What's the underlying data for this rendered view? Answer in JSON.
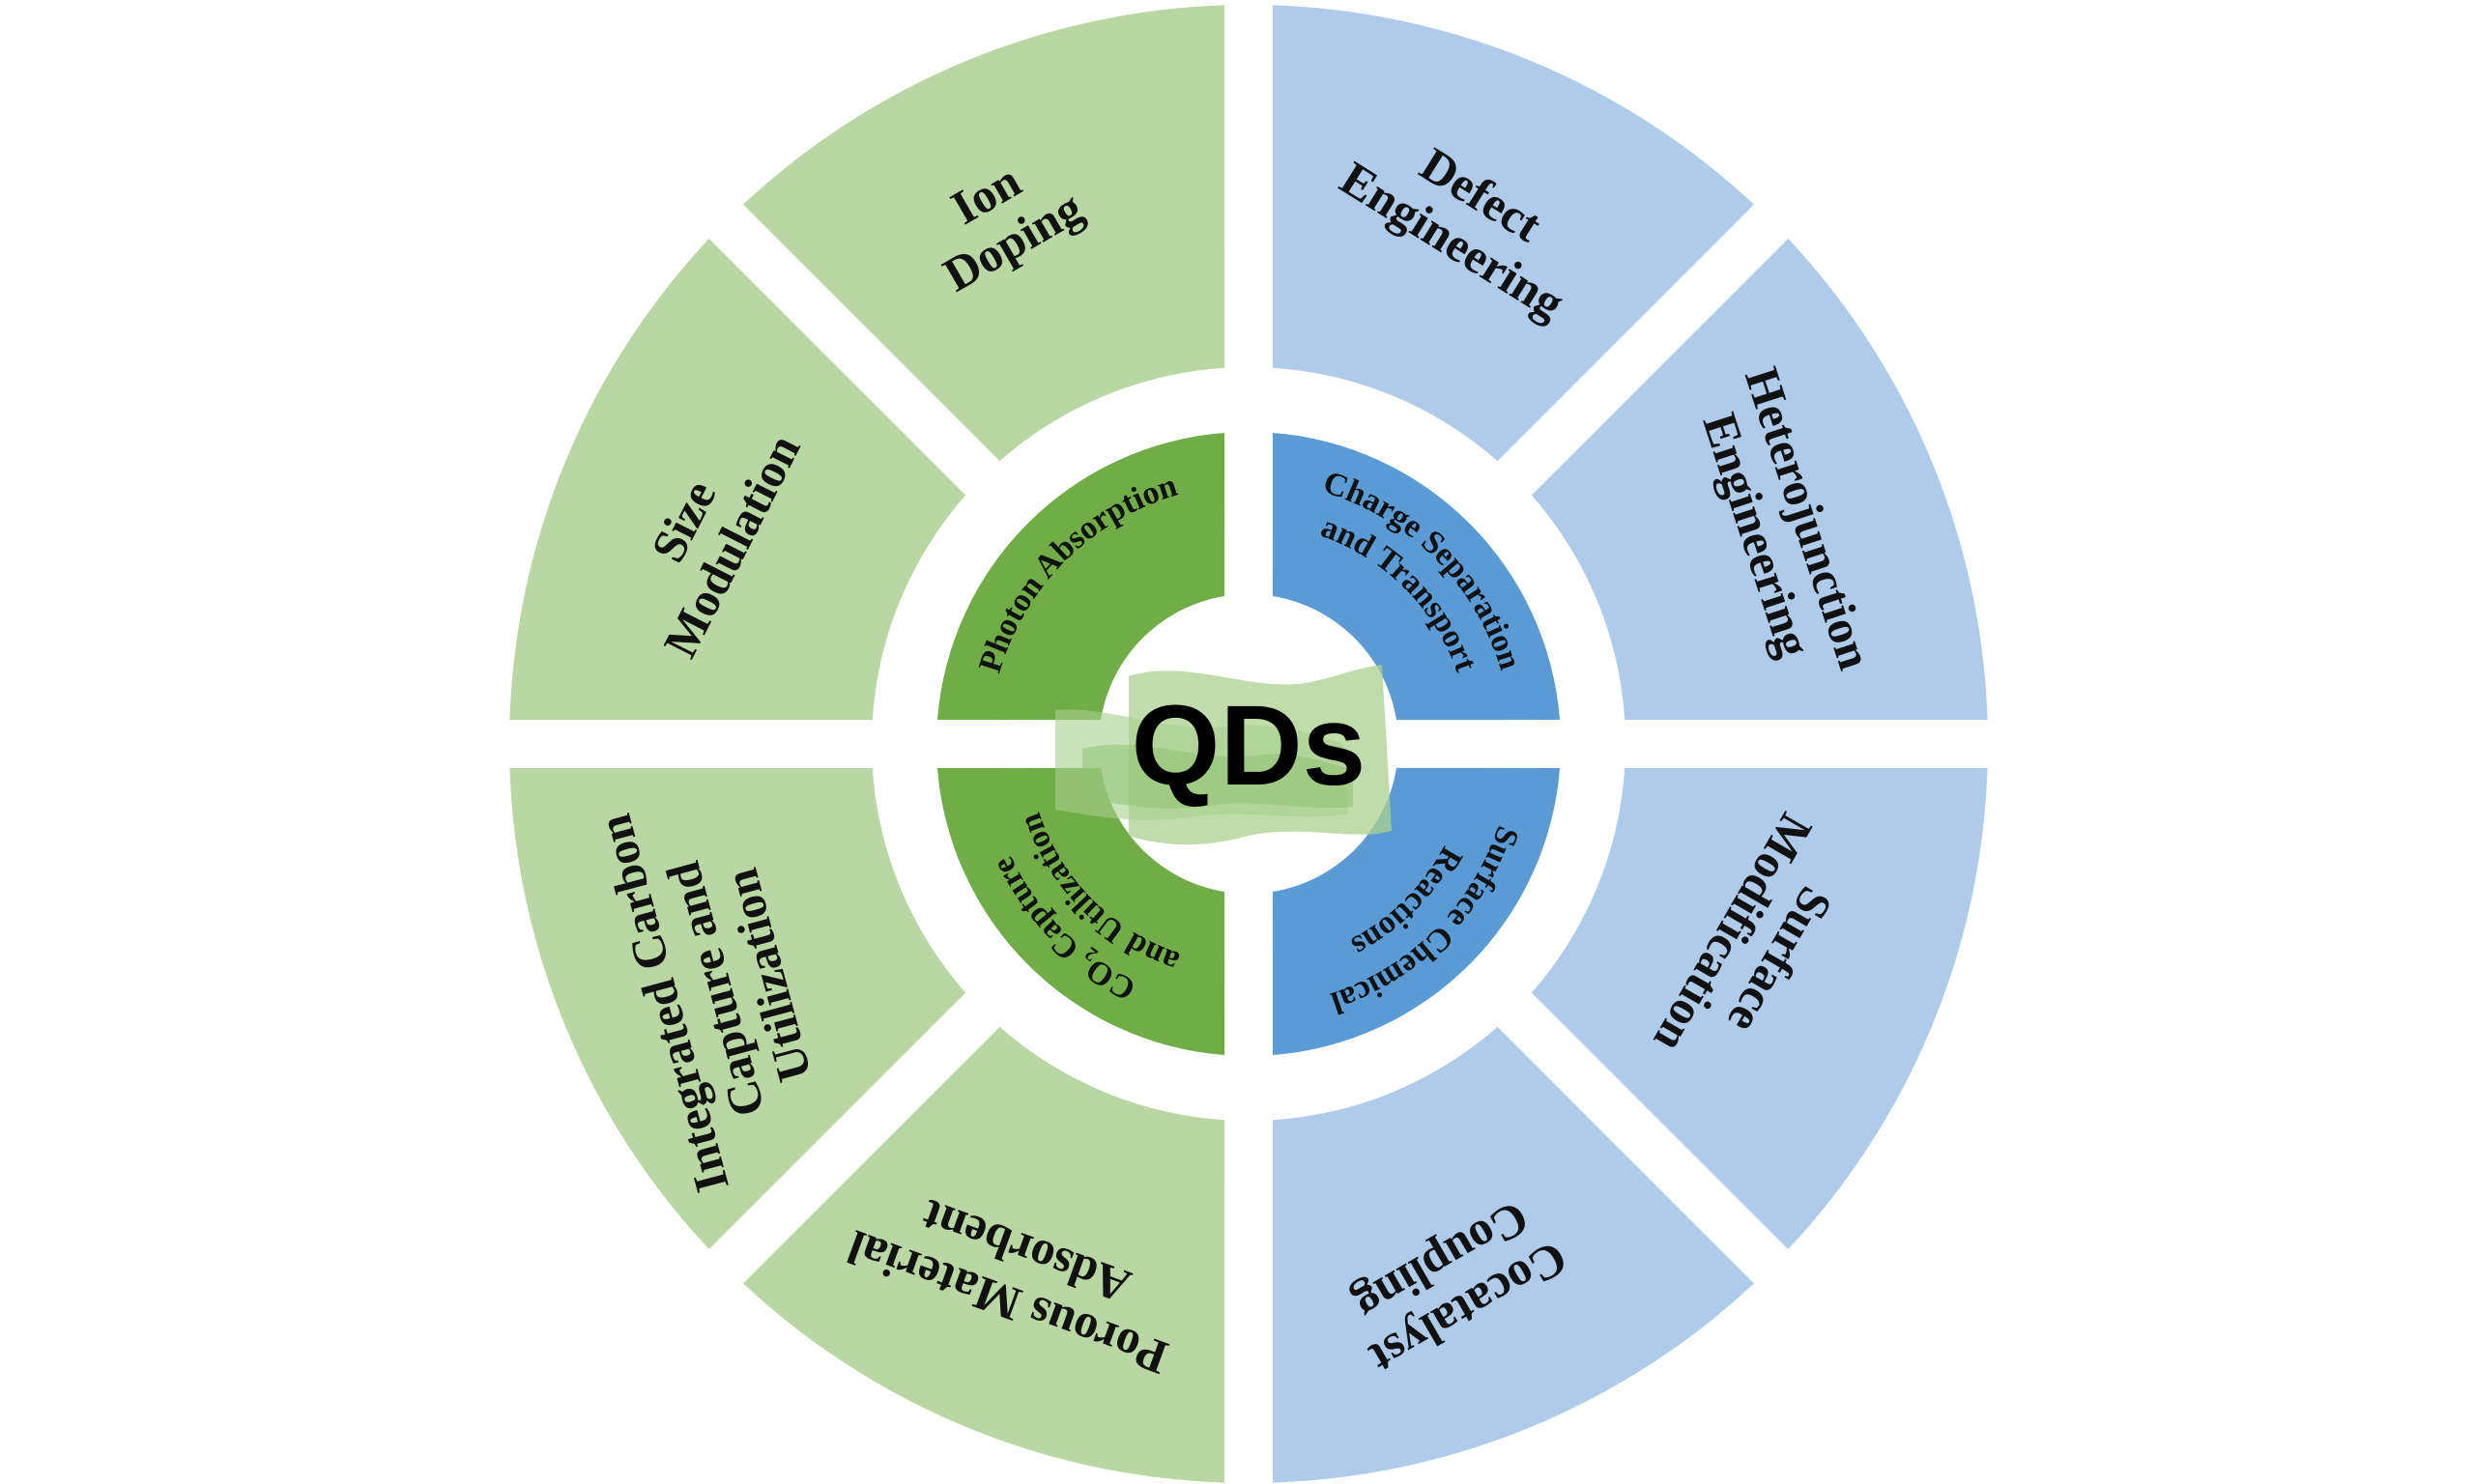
{
  "colors": {
    "light_green": "#b9d7a3",
    "dark_green": "#70ad47",
    "light_blue": "#afcbea",
    "dark_blue": "#5b9bd5",
    "wave": "#a9d08e"
  },
  "center_label": "QDs",
  "inner_ring": [
    {
      "id": "photon-absorption",
      "lines": [
        "Photon Absorption"
      ],
      "color": "dark_green"
    },
    {
      "id": "charge-separation",
      "lines": [
        "Charge Separation",
        "and Transport"
      ],
      "color": "dark_blue"
    },
    {
      "id": "surface-chemical-reactions",
      "lines": [
        "Surface Chemical",
        "Reactions"
      ],
      "color": "dark_blue"
    },
    {
      "id": "co2-capture",
      "lines": [
        "CO₂ Capture",
        "and Utilization"
      ],
      "color": "dark_green"
    }
  ],
  "outer_ring": [
    {
      "id": "ion-doping",
      "lines": [
        "Ion",
        "Doping"
      ],
      "color": "light_green"
    },
    {
      "id": "defect-engineering",
      "lines": [
        "Defect",
        "Engineering"
      ],
      "color": "light_blue"
    },
    {
      "id": "heterojunction-engineering",
      "lines": [
        "Heterojunction",
        "Engineering"
      ],
      "color": "light_blue"
    },
    {
      "id": "surface-modification",
      "lines": [
        "Surface",
        "Modification"
      ],
      "color": "light_blue"
    },
    {
      "id": "cocatalyst-coupling",
      "lines": [
        "Cocatalyst",
        "Coupling"
      ],
      "color": "light_blue"
    },
    {
      "id": "porous-material-adsorbent",
      "lines": [
        "Porous Material",
        "Adsorbent"
      ],
      "color": "light_green"
    },
    {
      "id": "integrated-carbon-capture",
      "lines": [
        "Integrated Carbon",
        "Capture and",
        "Utilization"
      ],
      "color": "light_green"
    },
    {
      "id": "size-modulation",
      "lines": [
        "Size",
        "Modulation"
      ],
      "color": "light_green"
    }
  ]
}
